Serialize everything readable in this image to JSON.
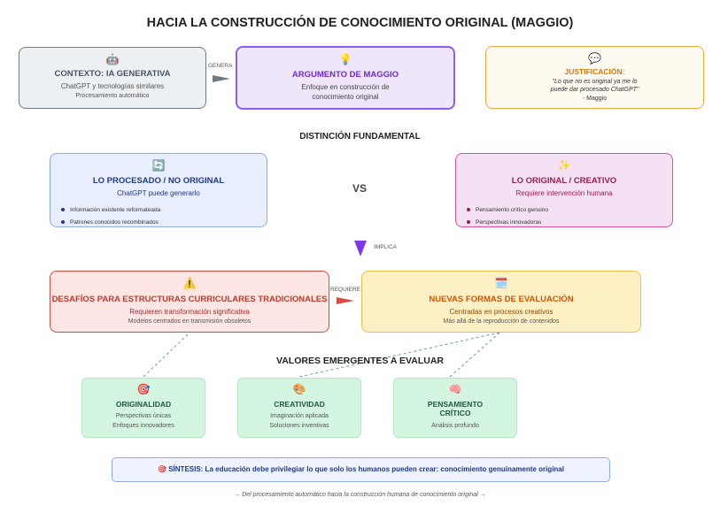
{
  "title": "HACIA LA CONSTRUCCIÓN DE CONOCIMIENTO ORIGINAL (MAGGIO)",
  "context": {
    "icon": "robot-icon",
    "glyph": "🤖",
    "heading": "CONTEXTO: IA GENERATIVA",
    "line1": "ChatGPT y tecnologías similares",
    "line2": "Procesamiento automático"
  },
  "arrow_genera": "GENERA",
  "argument": {
    "icon": "lightbulb-icon",
    "glyph": "💡",
    "heading": "ARGUMENTO DE MAGGIO",
    "line1": "Enfoque en construcción de",
    "line2": "conocimiento original"
  },
  "justification": {
    "icon": "speech-bubble-icon",
    "glyph": "💬",
    "heading": "JUSTIFICACIÓN:",
    "quote1": "\"Lo que no es original ya me lo",
    "quote2": "puede dar procesado ChatGPT\"",
    "author": "- Maggio"
  },
  "distinction_title": "DISTINCIÓN FUNDAMENTAL",
  "processed": {
    "icon": "refresh-icon",
    "glyph": "🔄",
    "heading": "LO PROCESADO / NO ORIGINAL",
    "sub": "ChatGPT puede generarlo",
    "bullets": [
      "Información existente reformateada",
      "Patrones conocidos recombinados"
    ]
  },
  "vs": "VS",
  "original": {
    "icon": "sparkles-icon",
    "glyph": "✨",
    "heading": "LO ORIGINAL / CREATIVO",
    "sub": "Requiere intervención humana",
    "bullets": [
      "Pensamiento crítico genuino",
      "Perspectivas innovadoras"
    ]
  },
  "implica": "IMPLICA",
  "challenges": {
    "icon": "warning-icon",
    "glyph": "⚠️",
    "heading": "DESAFÍOS PARA ESTRUCTURAS CURRICULARES TRADICIONALES",
    "sub": "Requieren transformación significativa",
    "small": "Modelos centrados en transmisión obsoletos"
  },
  "requiere": "REQUIERE",
  "new_eval": {
    "icon": "calendar-icon",
    "glyph": "🗓️",
    "heading": "NUEVAS FORMAS DE EVALUACIÓN",
    "sub": "Centradas en procesos creativos",
    "small": "Más allá de la reproducción de contenidos"
  },
  "values_title": "VALORES EMERGENTES A EVALUAR",
  "values": [
    {
      "icon": "target-icon",
      "glyph": "🎯",
      "heading": "ORIGINALIDAD",
      "line1": "Perspectivas únicas",
      "line2": "Enfoques innovadores"
    },
    {
      "icon": "palette-icon",
      "glyph": "🎨",
      "heading": "CREATIVIDAD",
      "line1": "Imaginación aplicada",
      "line2": "Soluciones inventivas"
    },
    {
      "icon": "brain-icon",
      "glyph": "🧠",
      "heading": "PENSAMIENTO",
      "heading2": "CRÍTICO",
      "line1": "Análisis profundo"
    }
  ],
  "synthesis": {
    "icon": "target-icon",
    "glyph": "🎯",
    "text": "SÍNTESIS: La educación debe privilegiar lo que solo los humanos pueden crear: conocimiento genuinamente original"
  },
  "footer": "→ Del procesamiento automático hacia la construcción humana de conocimiento original →",
  "colors": {
    "argument_border": "#8b5cf6",
    "challenges_text": "#c0392b",
    "new_eval_text": "#d35400",
    "processed_text": "#1e3a8a",
    "original_text": "#9b1c4d"
  }
}
